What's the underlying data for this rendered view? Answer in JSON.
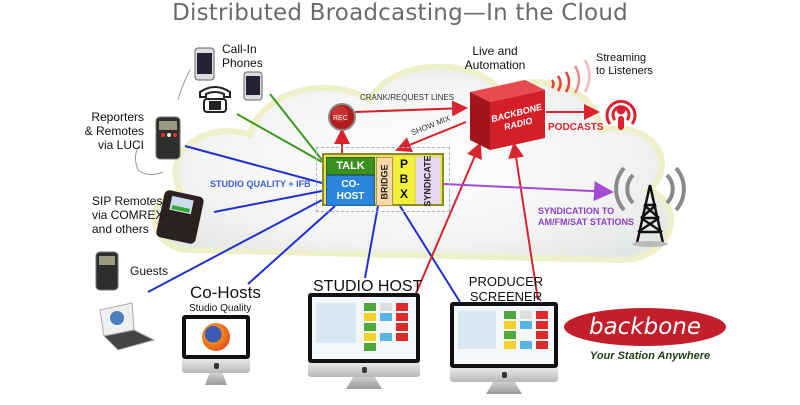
{
  "title": "Distributed Broadcasting—In the Cloud",
  "sources": {
    "call_in_phones": "Call-In\nPhones",
    "reporters": "Reporters\n& Remotes\nvia LUCI",
    "sip_remotes": "SIP Remotes\nvia COMREX\nand others",
    "guests": "Guests",
    "cohosts": "Co-Hosts",
    "cohosts_sub": "Studio Quality",
    "studio_quality_ifb": "STUDIO QUALITY + IFB"
  },
  "hub": {
    "talk": "TALK",
    "cohost": "CO-\nHOST",
    "bridge": "BRIDGE",
    "pbx": [
      "P",
      "B",
      "X"
    ],
    "syndicate": "SYNDICATE"
  },
  "rec_label": "REC",
  "crank_label": "CRANK/REQUEST LINES",
  "show_mix_label": "SHOW MIX",
  "live_automation": "Live and\nAutomation",
  "backbone_radio": "BACKBONE\nRADIO",
  "streaming": "Streaming\nto Listeners",
  "podcasts": "PODCASTS",
  "syndication": "SYNDICATION TO\nAM/FM/SAT STATIONS",
  "studio_host": "STUDIO HOST",
  "producer_screener": "PRODUCER\nSCREENER",
  "logo": {
    "name": "backbone",
    "tagline": "Your Station Anywhere"
  },
  "colors": {
    "red": "#d9232e",
    "green": "#3a9a1e",
    "blue": "#1f2fd0",
    "purple": "#a64bd6",
    "title_gray": "#6b6b6b",
    "ifb_blue": "#3a5fd8",
    "synd_purple": "#8a3fc4"
  }
}
